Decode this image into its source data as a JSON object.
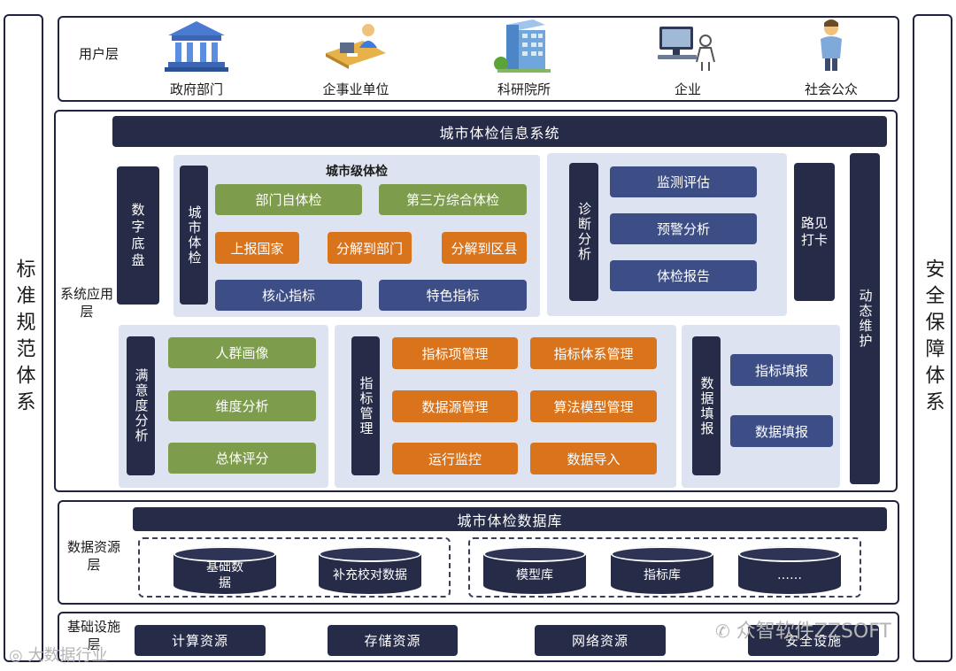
{
  "side_left": "标准规范体系",
  "side_right": "安全保障体系",
  "user_layer": {
    "label": "用户层",
    "users": [
      {
        "name": "政府部门",
        "icon": "government-building-icon"
      },
      {
        "name": "企事业单位",
        "icon": "office-worker-icon"
      },
      {
        "name": "科研院所",
        "icon": "research-building-icon"
      },
      {
        "name": "企业",
        "icon": "computer-user-icon"
      },
      {
        "name": "社会公众",
        "icon": "person-icon"
      }
    ]
  },
  "app_layer": {
    "label": "系统应用层",
    "system_title": "城市体检信息系统",
    "digital_base": "数字底盘",
    "city_check": {
      "title": "城市级体检",
      "vlabel": "城市体检",
      "green": [
        "部门自体检",
        "第三方综合体检"
      ],
      "orange": [
        "上报国家",
        "分解到部门",
        "分解到区县"
      ],
      "blue": [
        "核心指标",
        "特色指标"
      ]
    },
    "diagnosis": {
      "vlabel": "诊断分析",
      "items": [
        "监测评估",
        "预警分析",
        "体检报告"
      ]
    },
    "road_checkin": "路见打卡",
    "dynamic_maintain": "动态维护",
    "satisfaction": {
      "vlabel": "满意度分析",
      "items": [
        "人群画像",
        "维度分析",
        "总体评分"
      ]
    },
    "indicator_mgmt": {
      "vlabel": "指标管理",
      "items": [
        "指标项管理",
        "指标体系管理",
        "数据源管理",
        "算法模型管理",
        "运行监控",
        "数据导入"
      ]
    },
    "data_fill": {
      "vlabel": "数据填报",
      "items": [
        "指标填报",
        "数据填报"
      ]
    }
  },
  "data_layer": {
    "label": "数据资源层",
    "db_title": "城市体检数据库",
    "stores": [
      "基础数据",
      "补充校对数据",
      "模型库",
      "指标库",
      "……"
    ]
  },
  "infra_layer": {
    "label": "基础设施层",
    "items": [
      "计算资源",
      "存储资源",
      "网络资源",
      "安全设施"
    ]
  },
  "watermarks": [
    "众智软件ZZSOFT",
    "大数据行业"
  ],
  "colors": {
    "navy": "#262b48",
    "green": "#7d9c4c",
    "orange": "#d9731c",
    "blue": "#3d4e86",
    "panel": "#dde3f0"
  }
}
